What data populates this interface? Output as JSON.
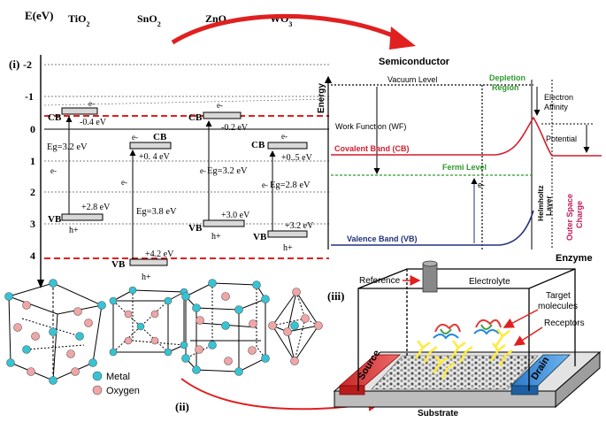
{
  "panel_i": {
    "panel_label": "(i)",
    "axis_title": "E(eV)",
    "ticks": [
      "-2",
      "-1",
      "0",
      "1",
      "2",
      "3",
      "4"
    ],
    "materials": [
      "TiO2",
      "SnO2",
      "ZnO",
      "WO3"
    ],
    "labels": {
      "cb": "CB",
      "vb": "VB",
      "e": "e-",
      "h": "h+",
      "tio2_cb": "-0.4 eV",
      "tio2_eg": "Eg=3.2 eV",
      "tio2_vb": "+2.8 eV",
      "sno2_cb": "+0. 4 eV",
      "sno2_eg": "Eg=3.8 eV",
      "sno2_vb": "+4.2 eV",
      "zno_cb": "-0.2 eV",
      "zno_eg": "Eg=3.2 eV",
      "zno_vb": "+3.0 eV",
      "wo3_cb": "+0..5 eV",
      "wo3_eg": "Eg=2.8 eV",
      "wo3_vb": "+3.2 eV"
    }
  },
  "energy_diagram": {
    "semiconductor": "Semiconductor",
    "energy_axis": "Energy",
    "vacuum_level": "Vacuum Level",
    "depletion": [
      "Depletion",
      "Region"
    ],
    "electron_affinity": [
      "Electron",
      "Affinity"
    ],
    "work_function": "Work Function (WF)",
    "potential": "Potential",
    "covalent_band": "Covalent Band (CB)",
    "fermi_level": "Fermi Level",
    "e": "e-",
    "helmholtz": [
      "Helmholtz",
      "Layer"
    ],
    "outer_space": [
      "Outer Space",
      "Charge"
    ],
    "valence_band": "Valence Band (VB)",
    "enzyme": "Enzyme"
  },
  "panel_ii": {
    "panel_label": "(ii)",
    "legend_metal": "Metal",
    "legend_oxygen": "Oxygen",
    "metal_color": "#36c4d4",
    "oxygen_color": "#f0a6a6"
  },
  "panel_iii": {
    "panel_label": "(iii)",
    "reference": "Reference",
    "electrolyte": "Electrolyte",
    "target_molecules": [
      "Target",
      "molecules"
    ],
    "receptors": "Receptors",
    "source": "Source",
    "drain": "Drain",
    "substrate": "Substrate",
    "source_color": "#e04848",
    "drain_color": "#3a8ee0"
  }
}
